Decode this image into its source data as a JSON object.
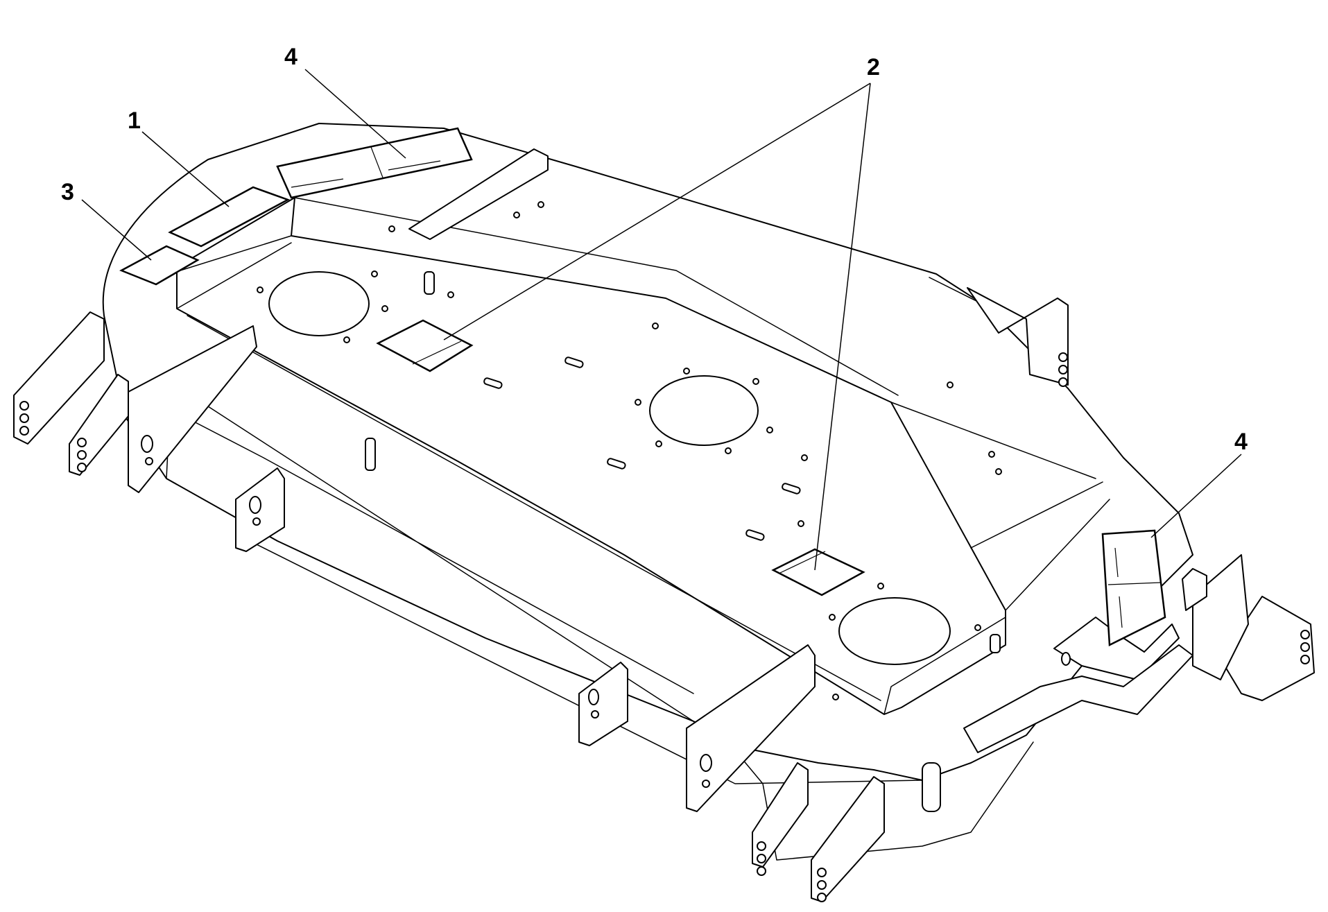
{
  "callouts": {
    "c1": "1",
    "c2": "2",
    "c3": "3",
    "c4a": "4",
    "c4b": "4"
  },
  "colors": {
    "line": "#000000",
    "background": "#ffffff"
  }
}
